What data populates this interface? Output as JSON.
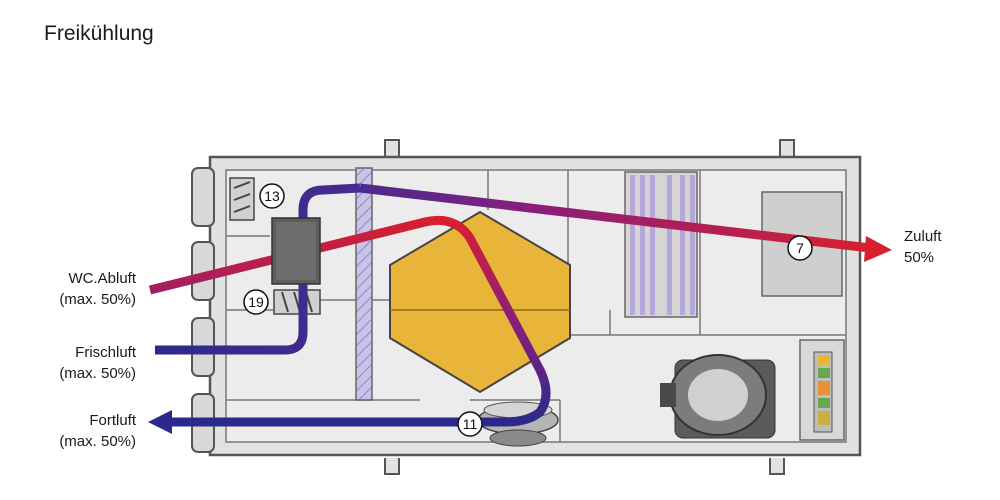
{
  "title": "Freikühlung",
  "labels": {
    "wc_abluft": [
      "WC.Abluft",
      "(max. 50%)"
    ],
    "frischluft": [
      "Frischluft",
      "(max. 50%)"
    ],
    "fortluft": [
      "Fortluft",
      "(max. 50%)"
    ],
    "zuluft": [
      "Zuluft",
      "50%"
    ]
  },
  "markers": [
    "13",
    "19",
    "11",
    "7"
  ],
  "colors": {
    "warm_air": "#d81f2e",
    "cold_air": "#2b2a8c",
    "mixed_air": "#8a1f7a",
    "heat_exchanger": "#e9b43a",
    "housing": "#e2e2e2",
    "housing_outline": "#555555"
  }
}
